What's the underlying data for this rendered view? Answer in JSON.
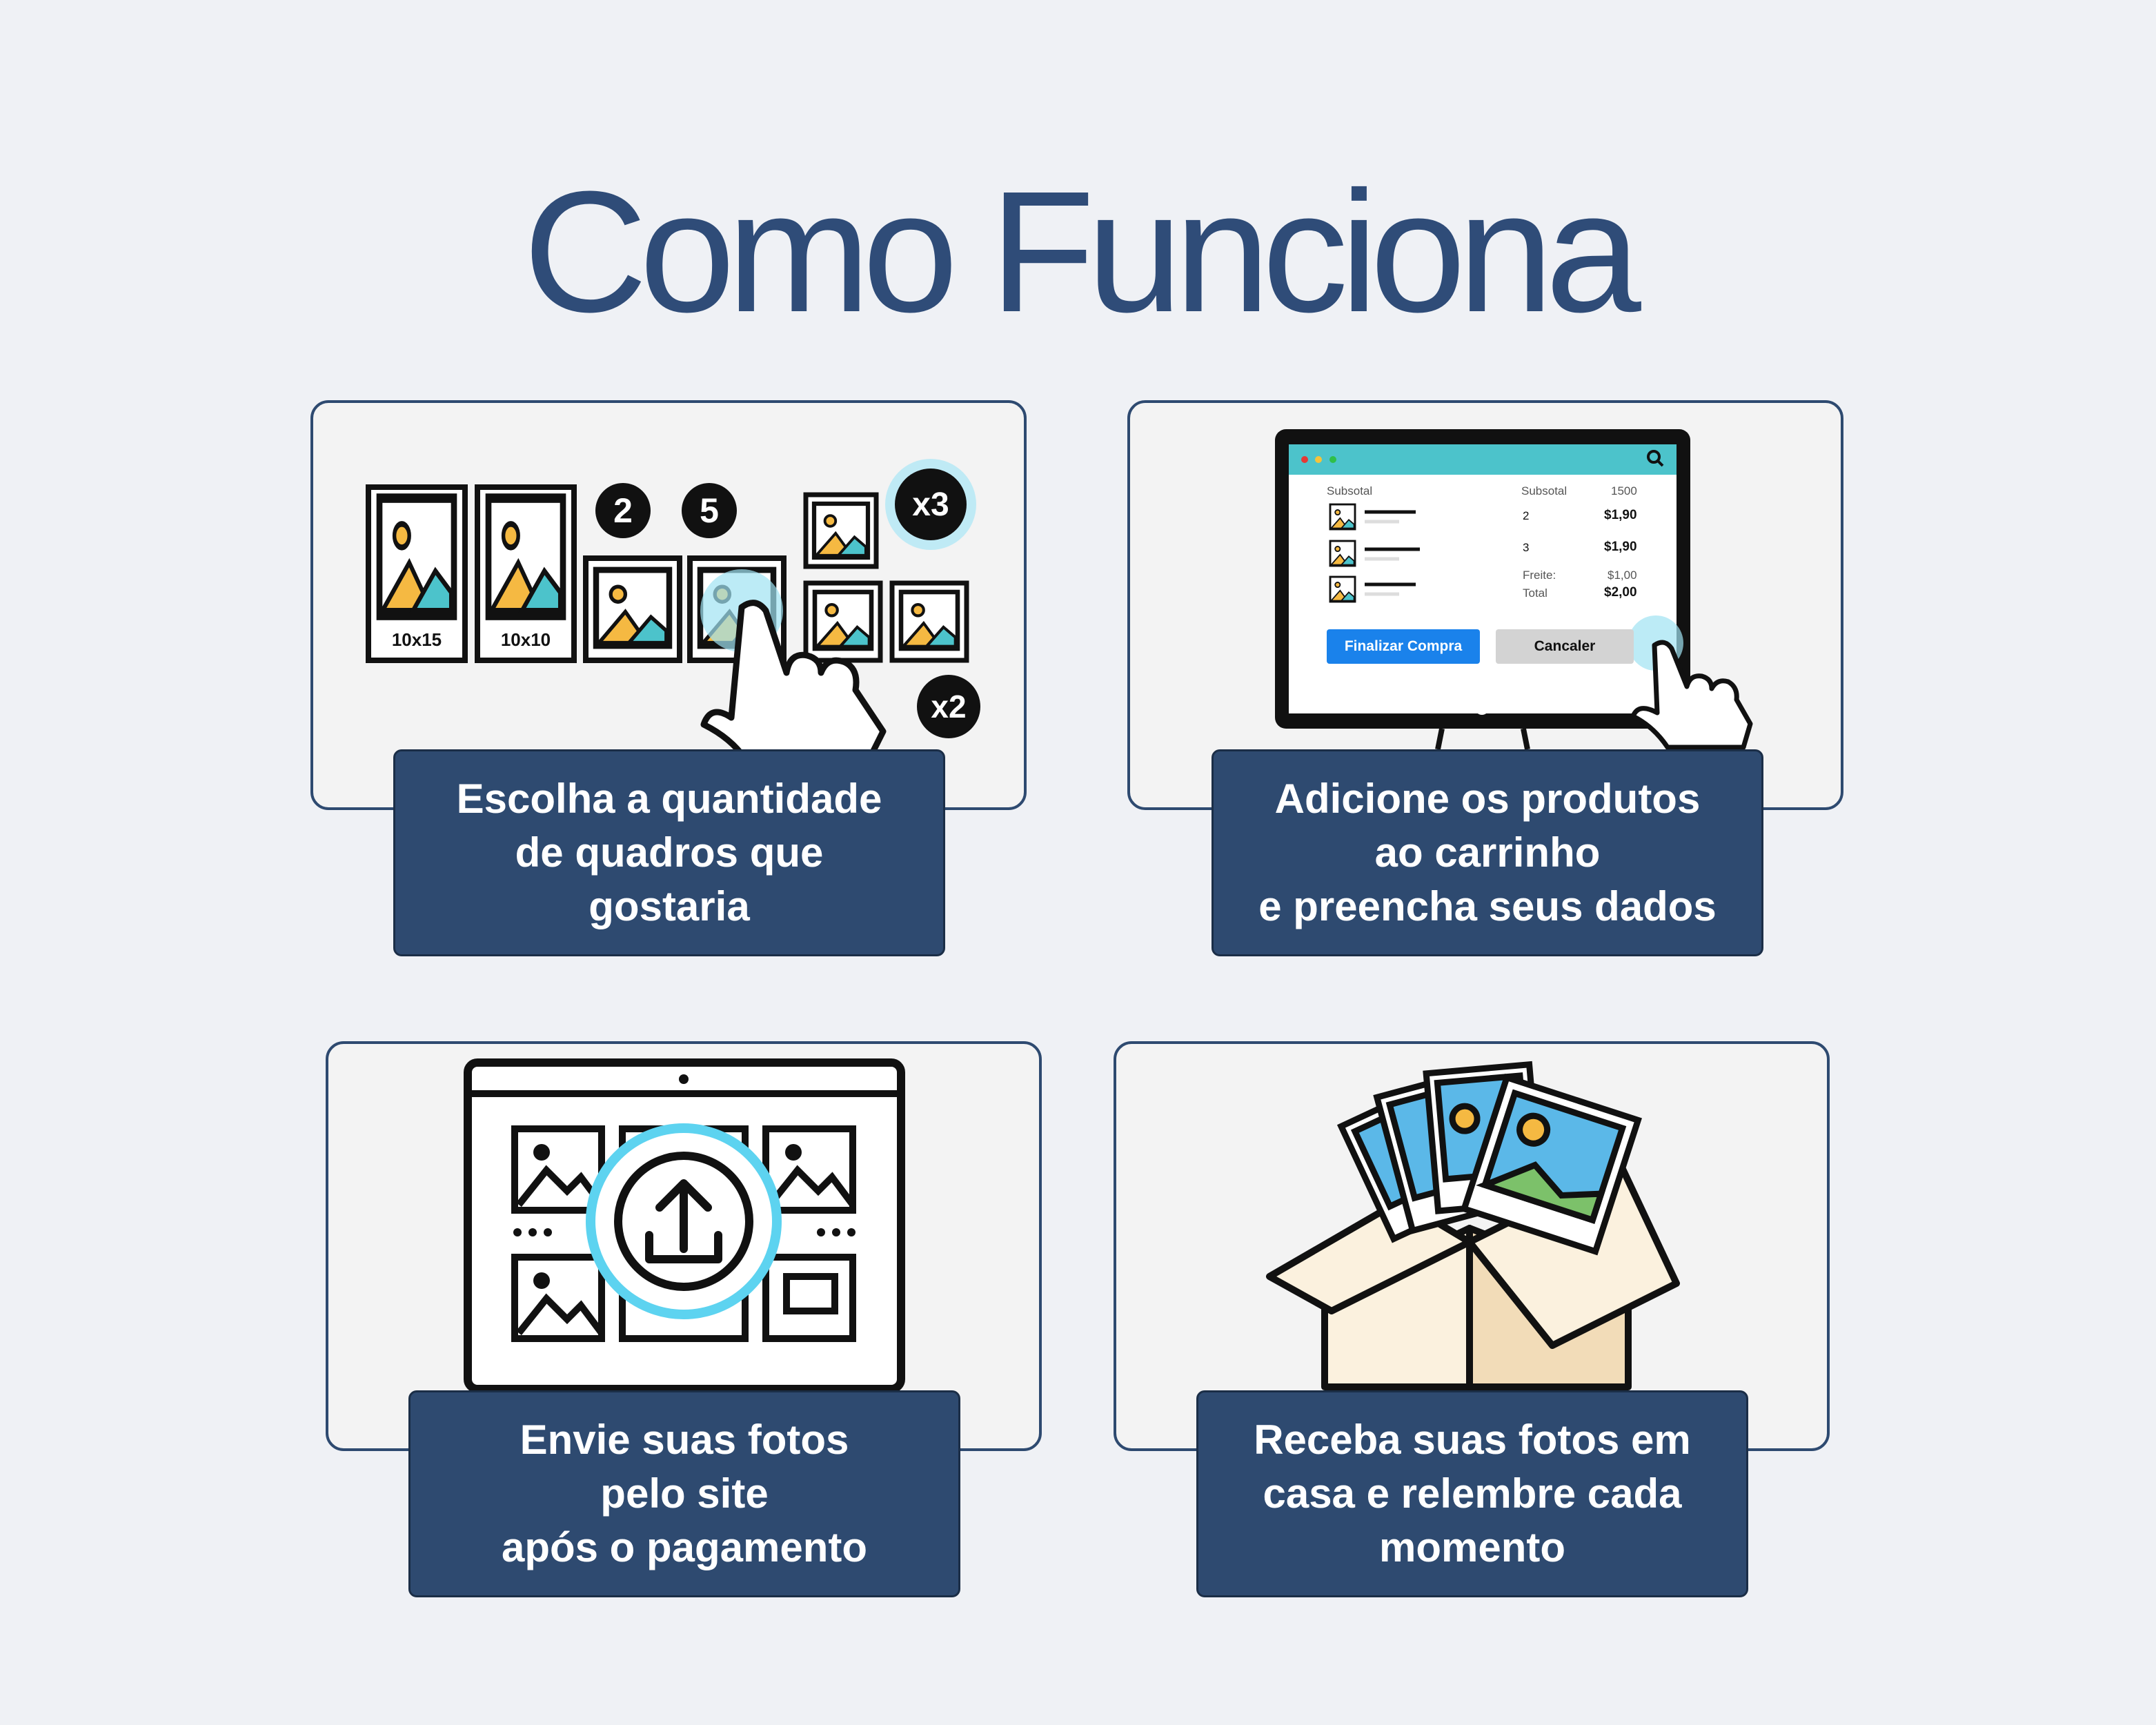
{
  "title": "Como Funciona",
  "steps": [
    {
      "lines": [
        "Escolha a quantidade",
        "de quadros que",
        "gostaria"
      ]
    },
    {
      "lines": [
        "Adicione os produtos",
        "ao carrinho",
        "e preencha seus dados"
      ]
    },
    {
      "lines": [
        "Envie suas fotos",
        "pelo site",
        "após o pagamento"
      ]
    },
    {
      "lines": [
        "Receba suas fotos em",
        "casa e relembre cada",
        "momento"
      ]
    }
  ],
  "frames": {
    "size1": "10x15",
    "size2": "10x10",
    "qty1": "2",
    "qty2": "5",
    "mult1": "x3",
    "mult2": "x2"
  },
  "cart": {
    "col_left": "Subsotal",
    "col_mid": "Subsotal",
    "col_right": "1500",
    "rows": [
      {
        "qty": "2",
        "price": "$1,90"
      },
      {
        "qty": "3",
        "price": "$1,90"
      }
    ],
    "shipping_label": "Freite:",
    "shipping_value": "$1,00",
    "total_label": "Total",
    "total_value": "$2,00",
    "checkout_button": "Finalizar Compra",
    "cancel_button": "Cancaler"
  },
  "colors": {
    "accent": "#2e4a70",
    "cyan": "#4cc3cb",
    "button_blue": "#1a82eb"
  }
}
